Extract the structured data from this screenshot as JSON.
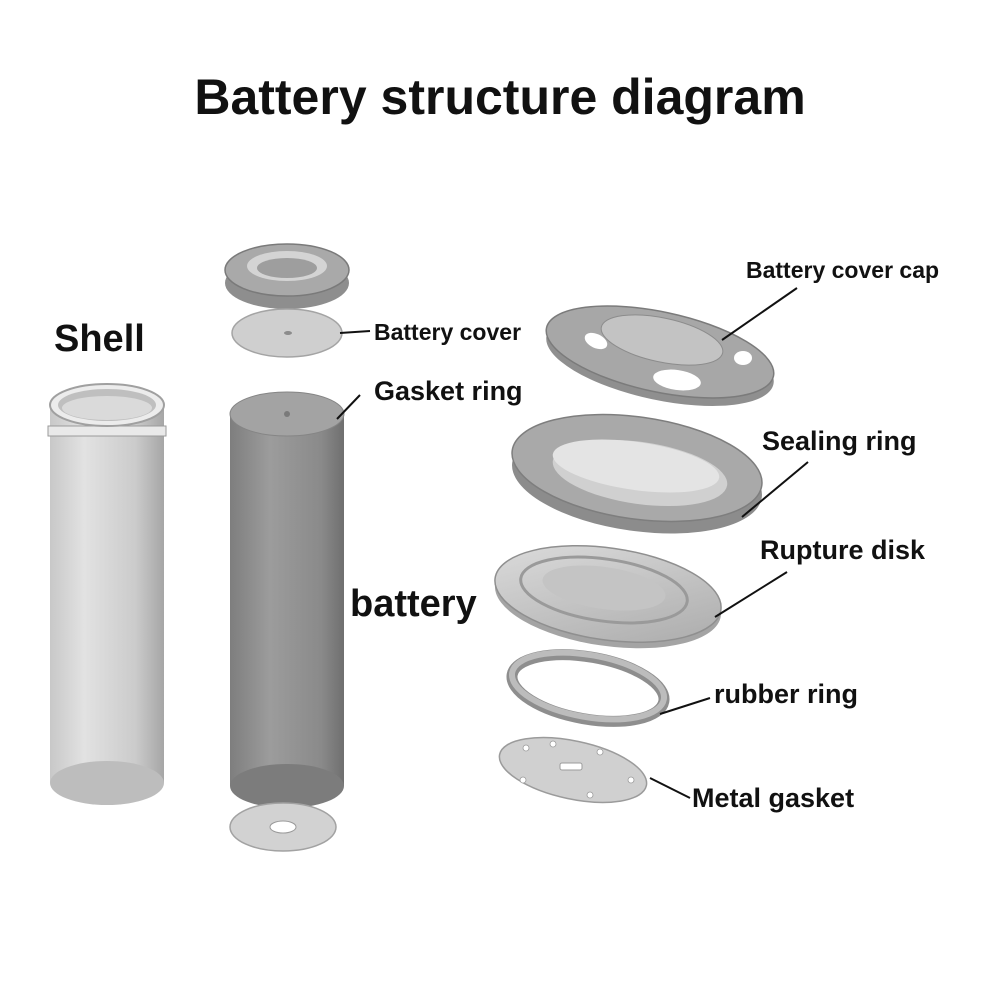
{
  "title": "Battery structure diagram",
  "labels": {
    "shell": "Shell",
    "battery": "battery",
    "battery_cover": "Battery cover",
    "gasket_ring": "Gasket ring",
    "battery_cover_cap": "Battery cover cap",
    "sealing_ring": "Sealing ring",
    "rupture_disk": "Rupture disk",
    "rubber_ring": "rubber ring",
    "metal_gasket": "Metal gasket"
  },
  "colors": {
    "background": "#ffffff",
    "text": "#111111",
    "part_light": "#d4d4d4",
    "part_mid": "#b3b3b3",
    "part_dark": "#8a8a8a"
  }
}
